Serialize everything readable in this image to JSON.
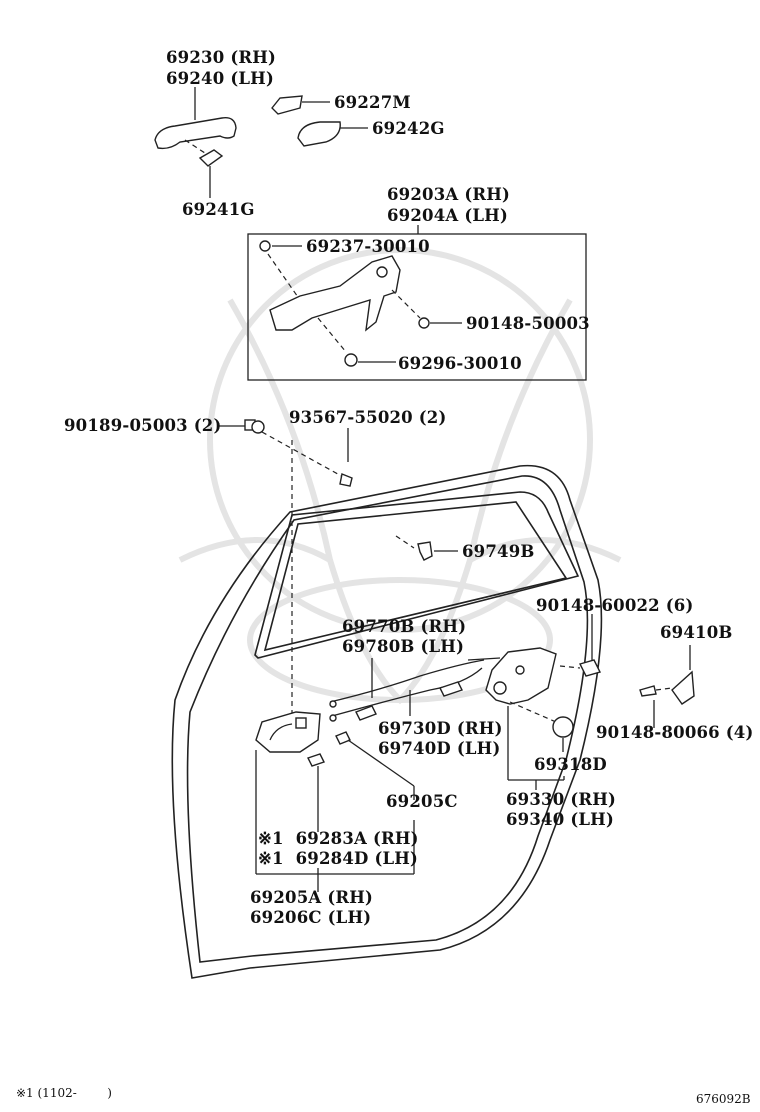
{
  "labels": {
    "p69230": "69230 (RH)",
    "p69240": "69240 (LH)",
    "p69227M": "69227M",
    "p69242G": "69242G",
    "p69241G": "69241G",
    "p69203A": "69203A (RH)",
    "p69204A": "69204A (LH)",
    "p69237": "69237-30010",
    "p90148_50003": "90148-50003",
    "p69296": "69296-30010",
    "p90189": "90189-05003 (2)",
    "p93567": "93567-55020 (2)",
    "p69749B": "69749B",
    "p90148_60022": "90148-60022 (6)",
    "p69410B": "69410B",
    "p69770B": "69770B (RH)",
    "p69780B": "69780B (LH)",
    "p90148_80066": "90148-80066 (4)",
    "p69730D": "69730D (RH)",
    "p69740D": "69740D (LH)",
    "p69318D": "69318D",
    "p69205C": "69205C",
    "p69330": "69330 (RH)",
    "p69340": "69340 (LH)",
    "p69283A": "※1  69283A (RH)",
    "p69284D": "※1  69284D (LH)",
    "p69205A": "69205A (RH)",
    "p69206C": "69206C (LH)"
  },
  "footer": {
    "note": "※1 (1102-        )",
    "code": "676092B"
  }
}
